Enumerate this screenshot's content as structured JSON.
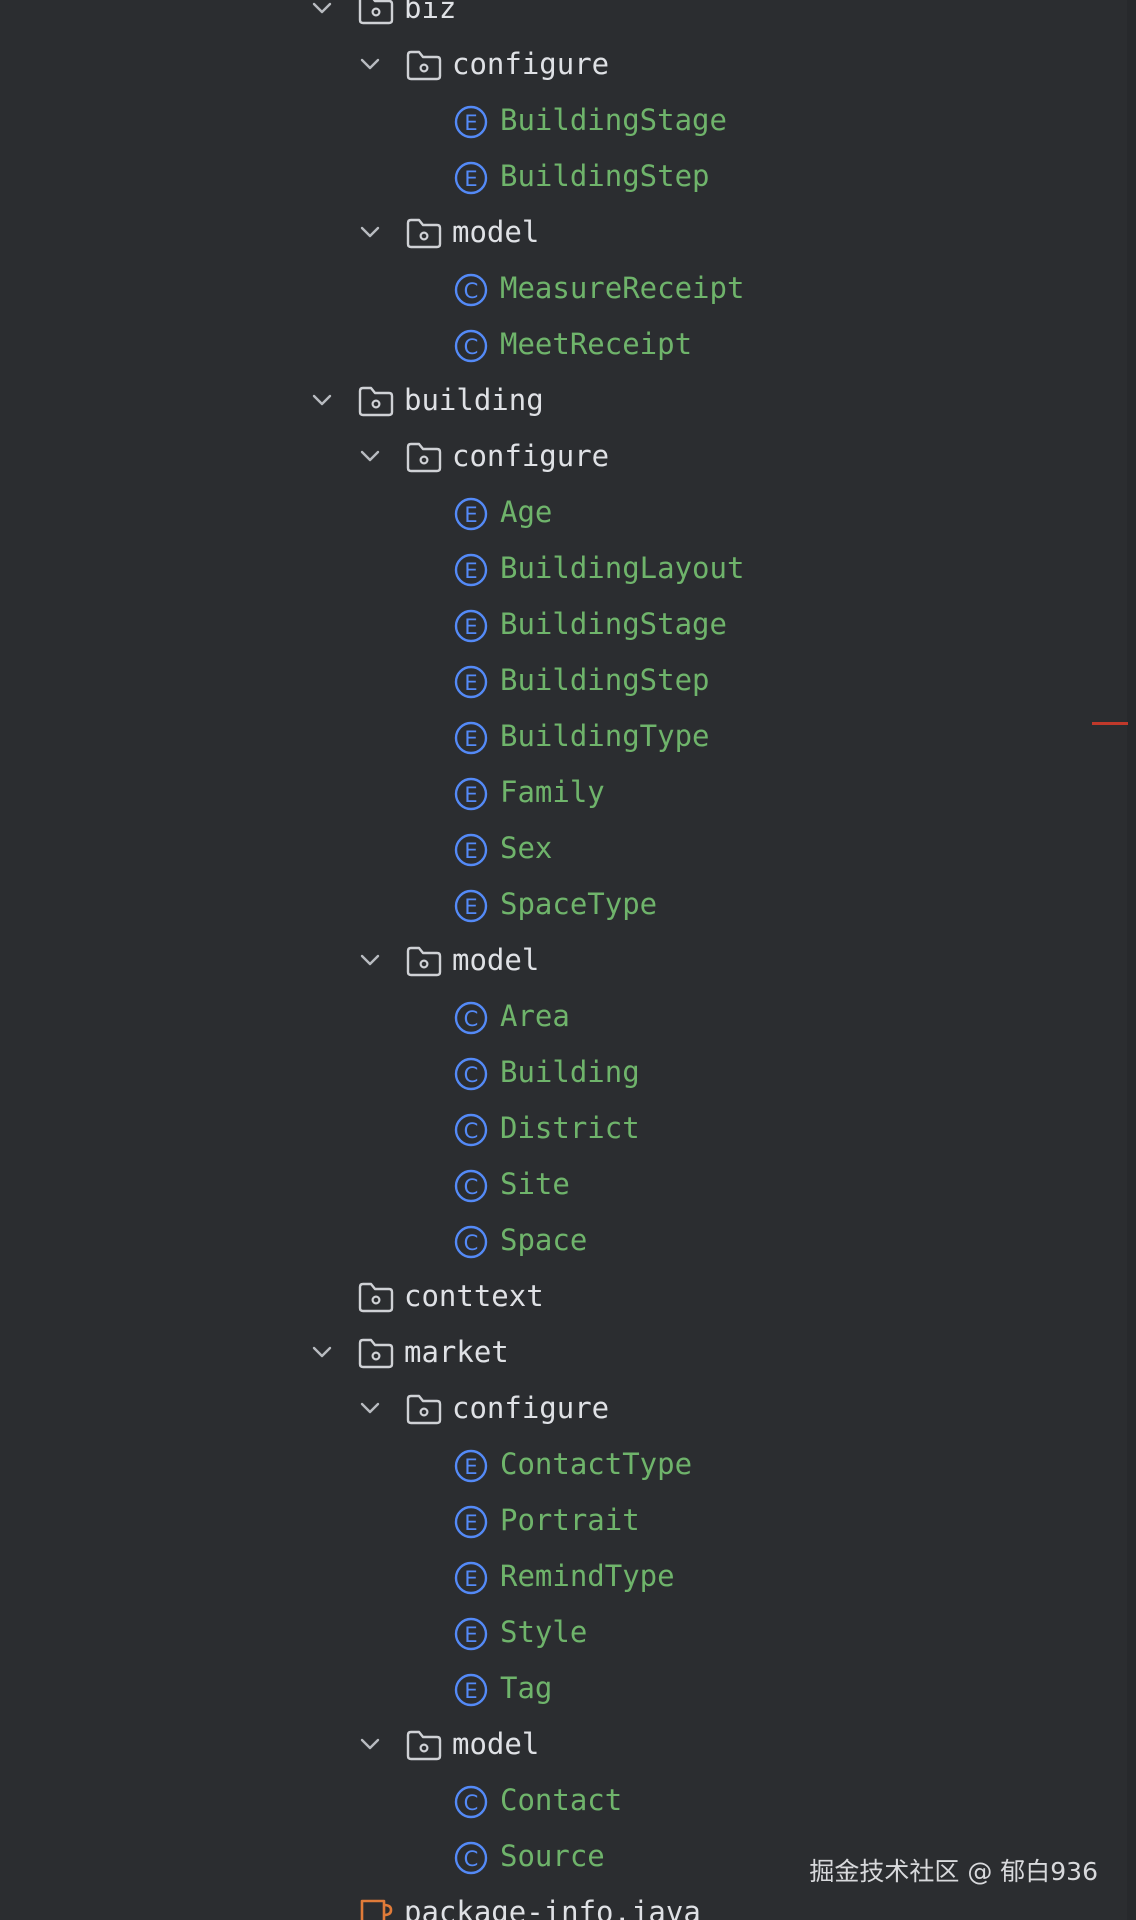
{
  "project_tree": {
    "items": [
      {
        "label": "biz",
        "kind": "package",
        "level": 0,
        "expanded": true
      },
      {
        "label": "configure",
        "kind": "package",
        "level": 1,
        "expanded": true
      },
      {
        "label": "BuildingStage",
        "kind": "enum",
        "level": 2
      },
      {
        "label": "BuildingStep",
        "kind": "enum",
        "level": 2
      },
      {
        "label": "model",
        "kind": "package",
        "level": 1,
        "expanded": true
      },
      {
        "label": "MeasureReceipt",
        "kind": "class",
        "level": 2
      },
      {
        "label": "MeetReceipt",
        "kind": "class",
        "level": 2
      },
      {
        "label": "building",
        "kind": "package",
        "level": 0,
        "expanded": true
      },
      {
        "label": "configure",
        "kind": "package",
        "level": 1,
        "expanded": true
      },
      {
        "label": "Age",
        "kind": "enum",
        "level": 2
      },
      {
        "label": "BuildingLayout",
        "kind": "enum",
        "level": 2
      },
      {
        "label": "BuildingStage",
        "kind": "enum",
        "level": 2
      },
      {
        "label": "BuildingStep",
        "kind": "enum",
        "level": 2
      },
      {
        "label": "BuildingType",
        "kind": "enum",
        "level": 2
      },
      {
        "label": "Family",
        "kind": "enum",
        "level": 2
      },
      {
        "label": "Sex",
        "kind": "enum",
        "level": 2
      },
      {
        "label": "SpaceType",
        "kind": "enum",
        "level": 2
      },
      {
        "label": "model",
        "kind": "package",
        "level": 1,
        "expanded": true
      },
      {
        "label": "Area",
        "kind": "class",
        "level": 2
      },
      {
        "label": "Building",
        "kind": "class",
        "level": 2
      },
      {
        "label": "District",
        "kind": "class",
        "level": 2
      },
      {
        "label": "Site",
        "kind": "class",
        "level": 2
      },
      {
        "label": "Space",
        "kind": "class",
        "level": 2
      },
      {
        "label": "conttext",
        "kind": "package",
        "level": 0,
        "expanded": false
      },
      {
        "label": "market",
        "kind": "package",
        "level": 0,
        "expanded": true
      },
      {
        "label": "configure",
        "kind": "package",
        "level": 1,
        "expanded": true
      },
      {
        "label": "ContactType",
        "kind": "enum",
        "level": 2
      },
      {
        "label": "Portrait",
        "kind": "enum",
        "level": 2
      },
      {
        "label": "RemindType",
        "kind": "enum",
        "level": 2
      },
      {
        "label": "Style",
        "kind": "enum",
        "level": 2
      },
      {
        "label": "Tag",
        "kind": "enum",
        "level": 2
      },
      {
        "label": "model",
        "kind": "package",
        "level": 1,
        "expanded": true
      },
      {
        "label": "Contact",
        "kind": "class",
        "level": 2
      },
      {
        "label": "Source",
        "kind": "class",
        "level": 2
      },
      {
        "label": "package-info.java",
        "kind": "java-file",
        "level": 0
      }
    ]
  },
  "icons": {
    "package": "folder-package-icon",
    "enum": "enum-icon",
    "class": "class-icon",
    "java-file": "java-file-icon",
    "expanded": "chevron-down-icon"
  },
  "colors": {
    "background": "#2b2d30",
    "package_text": "#dfe1e5",
    "class_text": "#6fb46b",
    "icon_blue": "#548af7",
    "java_file_orange": "#e07b39"
  },
  "watermark": "掘金技术社区 @ 郁白936"
}
